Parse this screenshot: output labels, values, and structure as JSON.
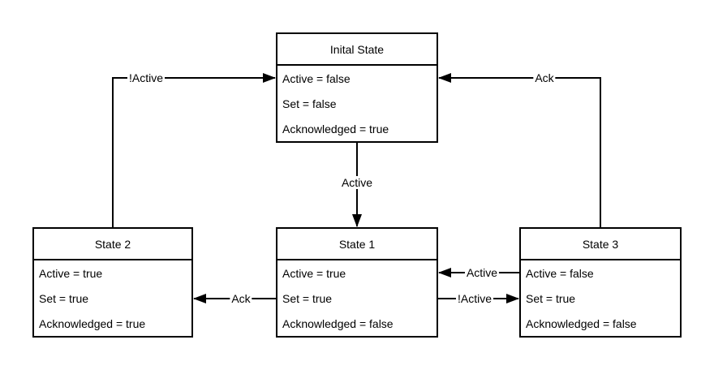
{
  "colors": {
    "line": "#000000",
    "background": "#ffffff",
    "text": "#000000"
  },
  "states": {
    "inital": {
      "title": "Inital State",
      "rows": [
        "Active = false",
        "Set = false",
        "Acknowledged = true"
      ]
    },
    "state2": {
      "title": "State 2",
      "rows": [
        "Active = true",
        "Set = true",
        "Acknowledged = true"
      ]
    },
    "state1": {
      "title": "State 1",
      "rows": [
        "Active = true",
        "Set = true",
        "Acknowledged = false"
      ]
    },
    "state3": {
      "title": "State 3",
      "rows": [
        "Active = false",
        "Set = true",
        "Acknowledged = false"
      ]
    }
  },
  "transitions": {
    "s2_to_inital": {
      "label": "!Active",
      "from": "State 2",
      "to": "Inital State"
    },
    "s3_to_inital": {
      "label": "Ack",
      "from": "State 3",
      "to": "Inital State"
    },
    "inital_to_s1": {
      "label": "Active",
      "from": "Inital State",
      "to": "State 1"
    },
    "s1_to_s2": {
      "label": "Ack",
      "from": "State 1",
      "to": "State 2"
    },
    "s3_to_s1": {
      "label": "Active",
      "from": "State 3",
      "to": "State 1"
    },
    "s1_to_s3": {
      "label": "!Active",
      "from": "State 1",
      "to": "State 3"
    }
  }
}
